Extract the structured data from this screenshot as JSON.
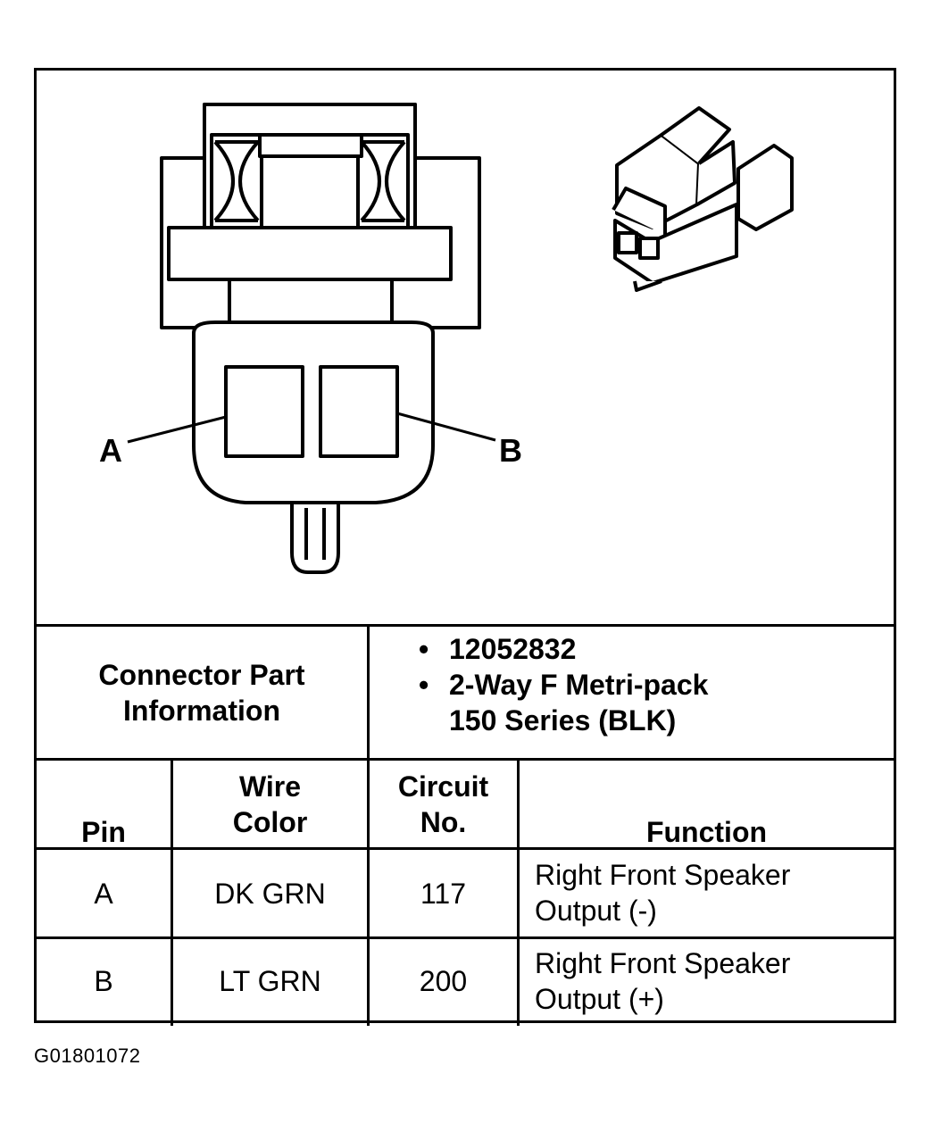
{
  "diagram": {
    "labels": {
      "pin_a": "A",
      "pin_b": "B"
    }
  },
  "connector_info": {
    "label_line1": "Connector Part",
    "label_line2": "Information",
    "bullets": [
      {
        "text": "12052832"
      },
      {
        "line1": "2-Way F Metri-pack",
        "line2": "150 Series (BLK)"
      }
    ]
  },
  "table": {
    "headers": {
      "pin": "Pin",
      "wire_line1": "Wire",
      "wire_line2": "Color",
      "circuit_line1": "Circuit",
      "circuit_line2": "No.",
      "function": "Function"
    },
    "rows": [
      {
        "pin": "A",
        "wire_color": "DK GRN",
        "circuit": "117",
        "function_line1": "Right Front Speaker",
        "function_line2": "Output (-)"
      },
      {
        "pin": "B",
        "wire_color": "LT GRN",
        "circuit": "200",
        "function_line1": "Right Front Speaker",
        "function_line2": "Output (+)"
      }
    ]
  },
  "caption": "G01801072"
}
